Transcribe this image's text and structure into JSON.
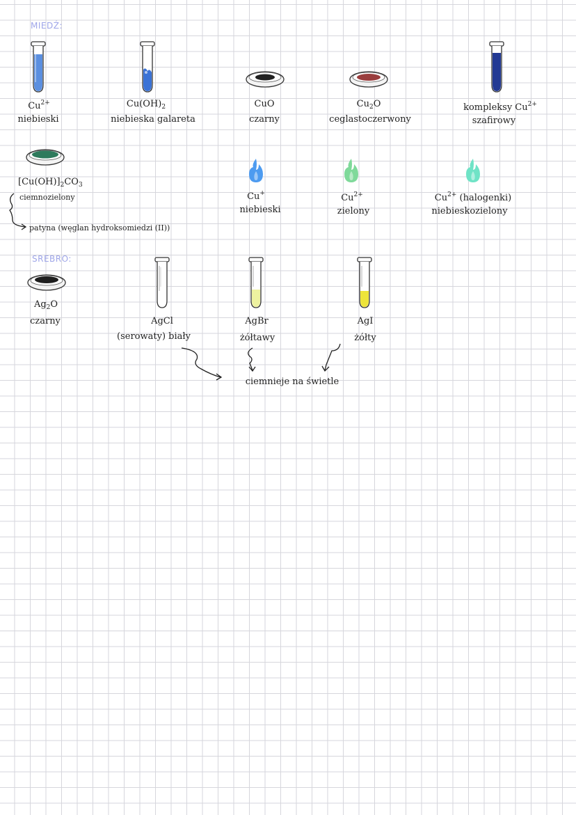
{
  "sections": {
    "copper": "MIEDŹ:",
    "silver": "SREBRO:"
  },
  "copper": {
    "items": [
      {
        "formula": "Cu",
        "sup": "2+",
        "color_name": "niebieski",
        "swatch": "#5b8fe0"
      },
      {
        "formula": "Cu(OH)",
        "sub": "2",
        "color_name": "niebieska galareta",
        "swatch": "#3a72d6"
      },
      {
        "formula": "CuO",
        "color_name": "czarny",
        "swatch": "#222222"
      },
      {
        "formula": "Cu",
        "sub": "2",
        "formula_tail": "O",
        "color_name": "ceglastoczerwony",
        "swatch": "#9a3e3e"
      },
      {
        "formula": "kompleksy Cu",
        "sup": "2+",
        "color_name": "szafirowy",
        "swatch": "#233a94"
      }
    ],
    "carbonate": {
      "formula_a": "[Cu(OH)]",
      "sub": "2",
      "formula_b": "CO",
      "sub2": "3",
      "color_name": "ciemnozielony",
      "swatch": "#2e7a5c",
      "note": "patyna (węglan hydroksomiedzi (II))"
    },
    "flames": [
      {
        "formula": "Cu",
        "sup": "+",
        "color_name": "niebieski",
        "flame": "#4d9bf0"
      },
      {
        "formula": "Cu",
        "sup": "2+",
        "color_name": "zielony",
        "flame": "#7fd99a"
      },
      {
        "formula": "Cu",
        "sup": "2+",
        "formula_tail": " (halogenki)",
        "color_name": "niebieskozielony",
        "flame": "#6fe3c6"
      }
    ]
  },
  "silver": {
    "oxide": {
      "formula": "Ag",
      "sub": "2",
      "formula_tail": "O",
      "color_name": "czarny",
      "swatch": "#1e1e1e"
    },
    "halides": [
      {
        "formula": "AgCl",
        "color_name": "(serowaty) biały",
        "fill": "#ffffff"
      },
      {
        "formula": "AgBr",
        "color_name": "żółtawy",
        "fill": "#eef2a0"
      },
      {
        "formula": "AgI",
        "color_name": "żółty",
        "fill": "#ede43a"
      }
    ],
    "note": "ciemnieje na świetle"
  }
}
